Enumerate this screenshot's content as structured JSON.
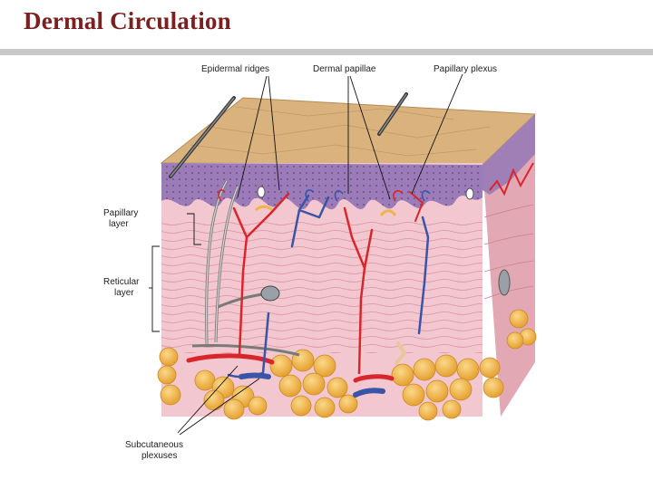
{
  "slide": {
    "title": "Dermal Circulation"
  },
  "diagram": {
    "labels": {
      "epidermal_ridges": "Epidermal ridges",
      "dermal_papillae": "Dermal papillae",
      "papillary_plexus": "Papillary plexus",
      "papillary_layer_line1": "Papillary",
      "papillary_layer_line2": "layer",
      "reticular_layer_line1": "Reticular",
      "reticular_layer_line2": "layer",
      "subcutaneous_line1": "Subcutaneous",
      "subcutaneous_line2": "plexuses"
    },
    "colors": {
      "title": "#7b1f1f",
      "epidermis_surface": "#d9b27e",
      "epidermis_basal": "#9b7bb8",
      "dermis": "#f2c7cf",
      "fat": "#f0b44a",
      "artery": "#d9262b",
      "vein": "#3a55a8"
    }
  }
}
